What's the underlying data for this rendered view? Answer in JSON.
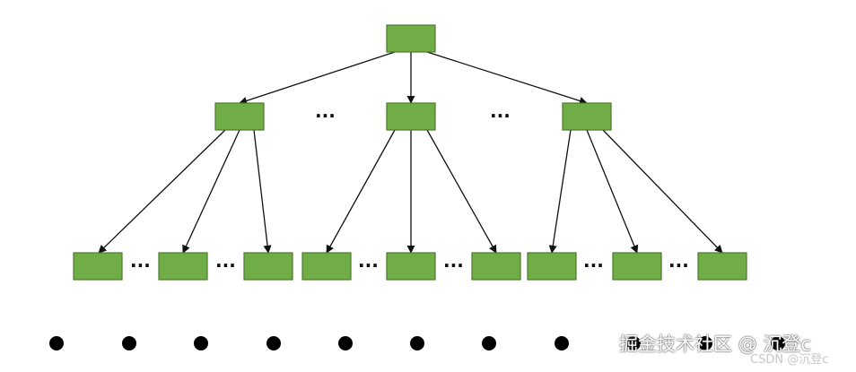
{
  "diagram": {
    "node_color": "#70ad47",
    "edge_color": "#111111",
    "ellipsis": "···",
    "bullet_count": 11
  },
  "watermark": {
    "main": "掘金技术社区 @ 沉登c",
    "sub": "CSDN @沉登c"
  }
}
